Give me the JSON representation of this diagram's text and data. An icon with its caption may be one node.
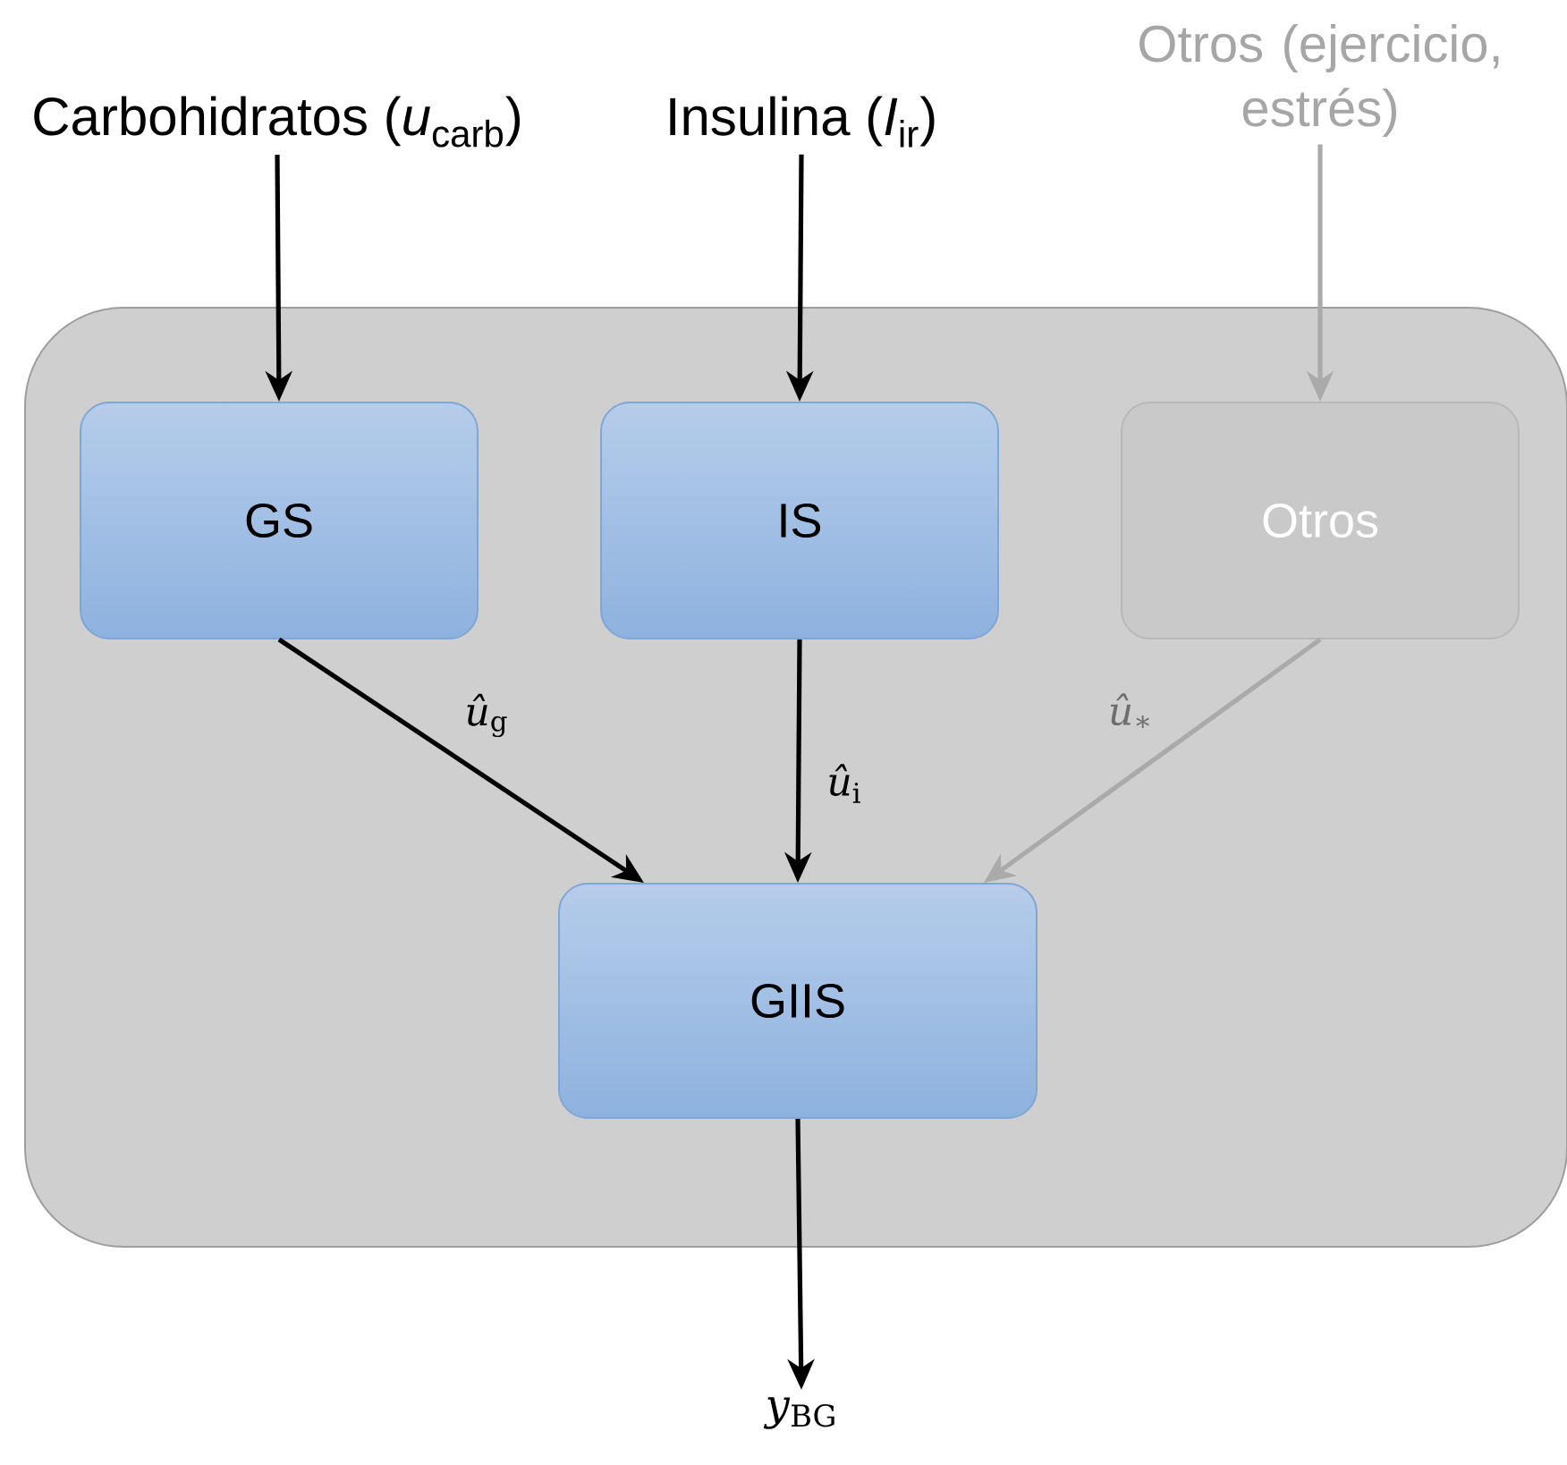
{
  "diagram": {
    "nodes": [
      {
        "text": [],
        "shape": "box"
      },
      {
        "text": [
          "GS"
        ],
        "in": 0
      },
      {
        "text": [
          "IS"
        ],
        "in": 0
      },
      {
        "text": [
          "Otros"
        ],
        "in": 0
      },
      {
        "text": [
          "GIIS"
        ],
        "in": 0
      },
      {
        "text": [
          "Carbohidratos (*u*$_{carb}$)"
        ]
      },
      {
        "text": [
          "Insulina (*I*$_{ir}$)"
        ]
      },
      {
        "text": [
          "Otros (ejercicio, estrés)"
        ]
      },
      {
        "text": [
          "*y*$_{BG}$"
        ]
      }
    ],
    "edges": [
      {
        "from": 5,
        "to": 1,
        "arrow": "to"
      },
      {
        "from": 6,
        "to": 2,
        "arrow": "to"
      },
      {
        "from": 7,
        "to": 3,
        "arrow": "to",
        "color": "#aaaaaa"
      },
      {
        "from": 1,
        "to": 4,
        "arrow": "to",
        "label": "*û*$_{g}$"
      },
      {
        "from": 2,
        "to": 4,
        "arrow": "to",
        "label": "*û*$_{i}$"
      },
      {
        "from": 3,
        "to": 4,
        "arrow": "to",
        "label": "*û*$_{∗}$",
        "color": "#aaaaaa"
      },
      {
        "from": 4,
        "to": 8,
        "arrow": "to"
      }
    ]
  }
}
